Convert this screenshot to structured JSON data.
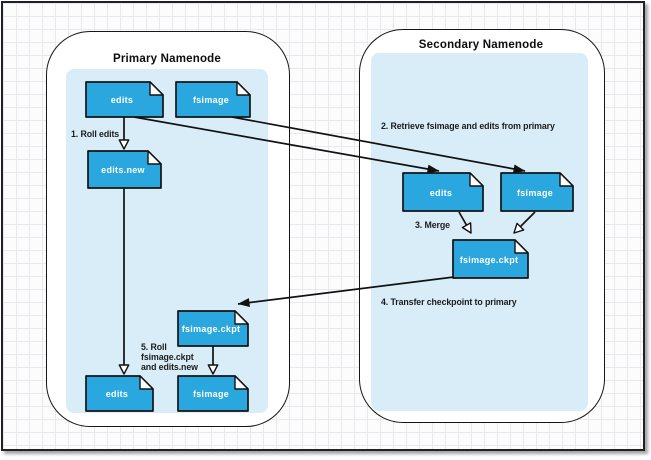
{
  "primary": {
    "title": "Primary Namenode",
    "docs": {
      "edits_top": "edits",
      "fsimage_top": "fsimage",
      "edits_new": "edits.new",
      "fsimage_ckpt": "fsimage.ckpt",
      "edits_bottom": "edits",
      "fsimage_bottom": "fsimage"
    },
    "labels": {
      "step1": "1. Roll edits",
      "step5_line1": "5. Roll",
      "step5_line2": "fsimage.ckpt",
      "step5_line3": "and edits.new"
    }
  },
  "secondary": {
    "title": "Secondary Namenode",
    "docs": {
      "edits": "edits",
      "fsimage": "fsimage",
      "fsimage_ckpt": "fsimage.ckpt"
    },
    "labels": {
      "step2": "2. Retrieve fsimage and edits from primary",
      "step3": "3. Merge",
      "step4": "4. Transfer checkpoint to primary"
    }
  },
  "colors": {
    "doc_fill": "#2AA7DF",
    "panel_fill": "#D9EDF8",
    "container_fill": "#FFFFFF",
    "outline": "#131313",
    "frame_border": "#1E2126"
  }
}
